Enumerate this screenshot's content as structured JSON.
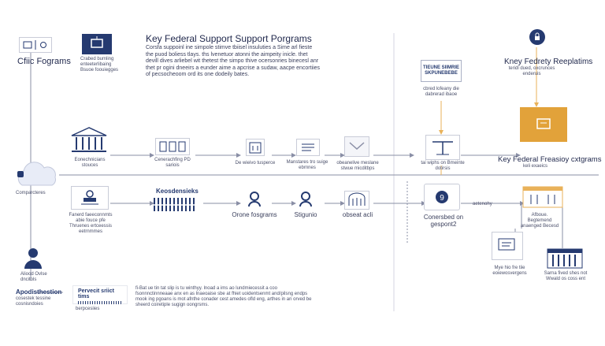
{
  "header": {
    "title": "Key Federal Support Support Porgrams",
    "description": "Corsfa suppoinl ine simpole stimve tbiisel insuluties a Sime arl fieste the puod boliess tlays. ths lvenetuor atonni the aimpeity inicle. thet devill dives arliebel wit thetest the simpo thive ocersonries binecesl anr thet pr ogini dneeirs a eunder aime a apcrise a sudaw, aacpe encortiies of pecsocheoom ord its one dodeily bates.",
    "left_label": "Cfiic Fograms",
    "left_box_text": "Crabed bumling enteeterlibaing Bsuoe foouiegges"
  },
  "right_top": {
    "title": "Kney Fedrety Reeplatims",
    "subtitle": "teridl dued, oxcrunces  enderuis"
  },
  "stack_card": {
    "title": "TIEUNE SIIMRIE SKPUNEBEBE",
    "caption": "cbred lofeany die  dabrerad ibaoe"
  },
  "key_programs": {
    "title": "Key Federal Freasioy cxtgrams",
    "subtitle": "keli exaeics"
  },
  "row1": [
    {
      "label": "Eonechnicians stouces"
    },
    {
      "label": "Cenerachfing PD sariois"
    },
    {
      "label": "De wieivo tusperce"
    },
    {
      "label": "Manstares tro suige ebrnnes"
    },
    {
      "label": "obeanelive meslane  stwue micditbps"
    },
    {
      "label": "tai wiphs on  Bmeinte dotirsis"
    }
  ],
  "row2": [
    {
      "label": "Fanerd faeeconnmts abie fouce pfe Thruenes ertceessis eetrnmmes"
    },
    {
      "label": "Keosdensieks"
    },
    {
      "label": "Orone fosgrams"
    },
    {
      "label": "Stigunio"
    },
    {
      "label": "obseat acli"
    },
    {
      "label": "Conersbed on gespont2"
    }
  ],
  "cloud_label": "Comparcteres",
  "arrow_label": "aetenohy",
  "right_stack": {
    "label": "Afboue. Begtemend anaenged Becesd"
  },
  "bottom_left": {
    "person_caption": "Aliood Ovlse dncitols",
    "title": "Apodisthestion",
    "subtitle": "cosestek tessine cosnisndoies"
  },
  "bottom_mid": {
    "label": "Pervecit sriict tims",
    "sub": "berpcesiies",
    "text": "fi-Bat ue tin tat slip is tu winthyy. lnoad a ims ao lundmiecessit a coo fsonnnctinnneaae anx en as lnaeoaise sbe at fhiet uoidentsenmt and/pilsng endps mook ing pgoans is mot afnthe conader cest amedes ofld eng, arthes in an orved be sheerd coiretiple sugign oongrsms."
  },
  "bottom_right": [
    {
      "label": "Mye hio fre tiie eoiewosvergens"
    },
    {
      "label": "Sarna fived shes not Wwald os coss ent"
    }
  ],
  "colors": {
    "navy": "#253a70",
    "gold": "#e2a23a",
    "line": "#8a8fa6",
    "amber": "#e9b25a"
  }
}
